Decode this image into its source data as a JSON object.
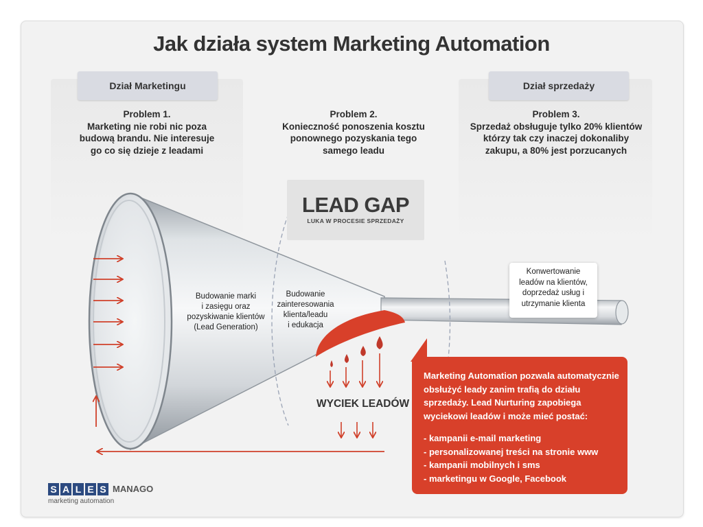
{
  "title": "Jak działa system Marketing Automation",
  "panels": {
    "left_tab": "Dział Marketingu",
    "right_tab": "Dział sprzedaży"
  },
  "problems": [
    {
      "lines": [
        "Problem 1.",
        "Marketing nie robi nic poza",
        "budową brandu. Nie interesuje",
        "go co się dzieje z leadami"
      ]
    },
    {
      "lines": [
        "Problem 2.",
        "Konieczność ponoszenia kosztu",
        "ponownego pozyskania tego",
        "samego leadu"
      ]
    },
    {
      "lines": [
        "Problem 3.",
        "Sprzedaż obsługuje tylko 20% klientów",
        "którzy tak czy inaczej  dokonaliby",
        "zakupu, a 80% jest porzucanych"
      ]
    }
  ],
  "lead_gap": {
    "title": "LEAD GAP",
    "subtitle": "LUKA W PROCESIE SPRZEDAŻY"
  },
  "funnel_labels": {
    "stage1": [
      "Budowanie marki",
      "i zasięgu oraz",
      "pozyskiwanie klientów",
      "(Lead Generation)"
    ],
    "stage2": [
      "Budowanie",
      "zainteresowania",
      "klienta/leadu",
      "i edukacja"
    ],
    "stage3": [
      "Konwertowanie",
      "leadów na klientów,",
      "doprzedaż usług i",
      "utrzymanie klienta"
    ]
  },
  "leak_label": "WYCIEK LEADÓW",
  "callout": {
    "intro": [
      "Marketing Automation pozwala automatycznie",
      "obsłużyć leady zanim trafią do działu",
      "sprzedaży. Lead Nurturing zapobiega",
      "wyciekowi leadów i  może mieć postać:"
    ],
    "items": [
      "- kampanii e-mail marketing",
      "- personalizowanej treści na stronie www",
      "- kampanii mobilnych i sms",
      "- marketingu w Google, Facebook"
    ]
  },
  "logo": {
    "letters": [
      "S",
      "A",
      "L",
      "E",
      "S"
    ],
    "brand": "MANAGO",
    "tagline": "marketing automation"
  },
  "colors": {
    "accent_red": "#d8402a",
    "logo_blue": "#2c4a80",
    "arrow_red": "#d0402a"
  }
}
